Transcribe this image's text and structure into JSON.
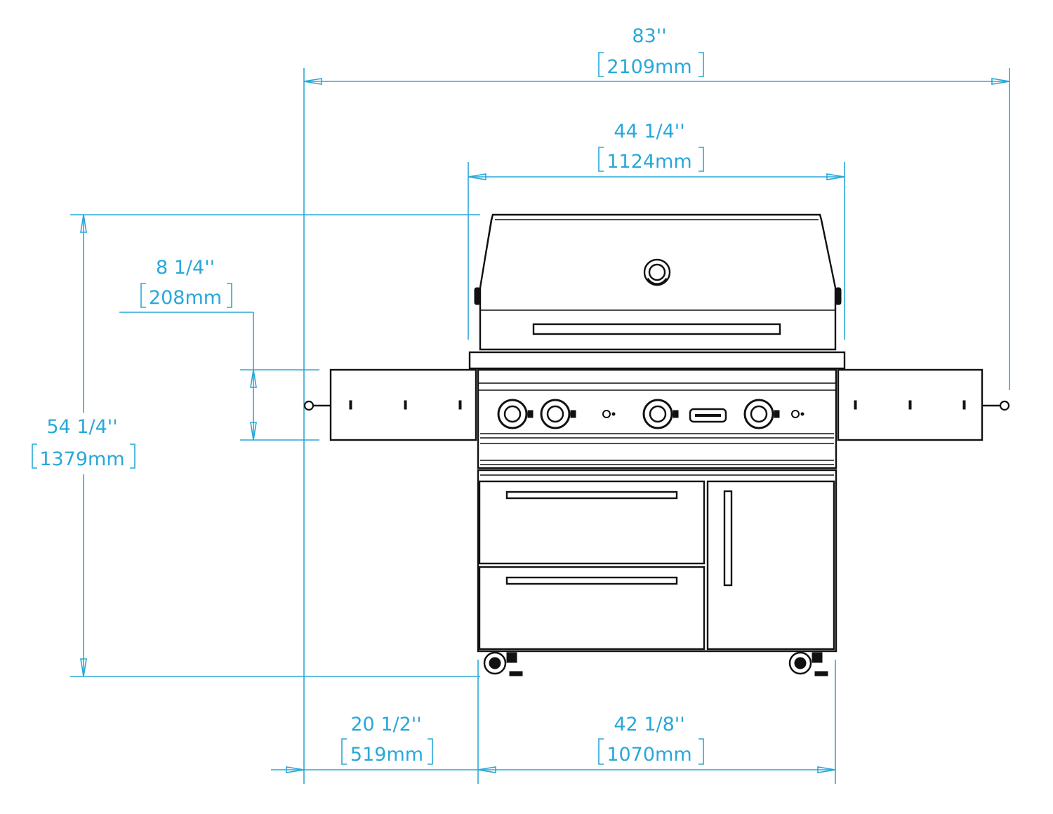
{
  "colors": {
    "dimension": "#29a8d8",
    "outline": "#111111",
    "background": "#ffffff"
  },
  "dimensions": {
    "overall_width": {
      "imperial": "83''",
      "metric": "2109mm"
    },
    "hood_width": {
      "imperial": "44 1/4''",
      "metric": "1124mm"
    },
    "side_shelf_height": {
      "imperial": "8 1/4''",
      "metric": "208mm"
    },
    "overall_height": {
      "imperial": "54 1/4''",
      "metric": "1379mm"
    },
    "side_shelf_width": {
      "imperial": "20 1/2''",
      "metric": "519mm"
    },
    "cart_width": {
      "imperial": "42 1/8''",
      "metric": "1070mm"
    }
  }
}
